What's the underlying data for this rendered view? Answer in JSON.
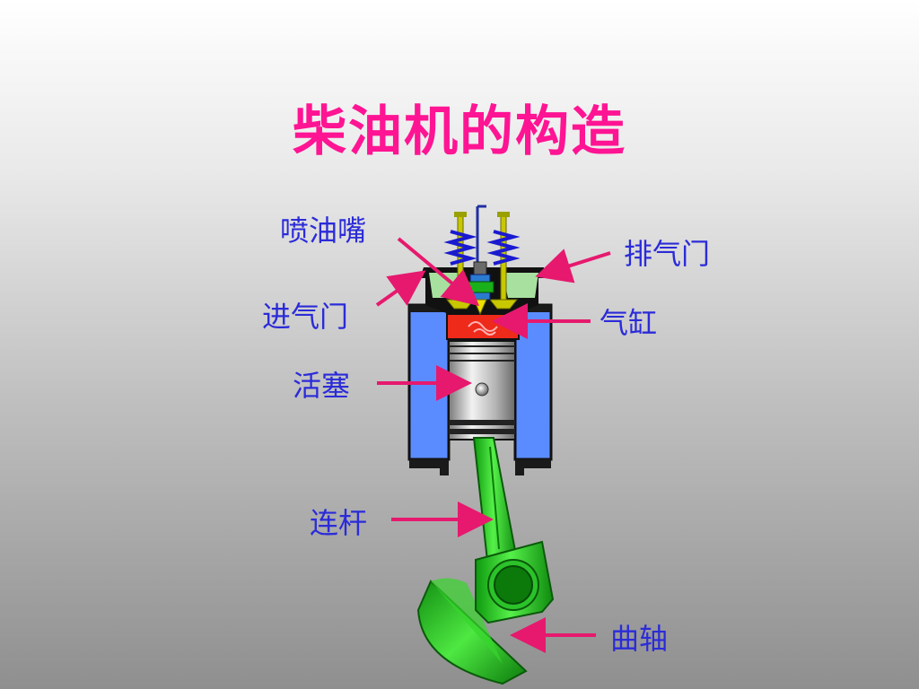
{
  "title": "柴油机的构造",
  "labels": {
    "injector": "喷油嘴",
    "exhaust_valve": "排气门",
    "intake_valve": "进气门",
    "cylinder": "气缸",
    "piston": "活塞",
    "connecting_rod": "连杆",
    "crankshaft": "曲轴"
  },
  "colors": {
    "title": "#ff1493",
    "label_text": "#2b2bd9",
    "arrow": "#e6196e",
    "cylinder_wall": "#5b8cff",
    "combustion_chamber": "#ee2a1a",
    "connecting_rod": "#21d21a",
    "crankshaft": "#20c21a",
    "spring": "#1a1ad0",
    "valve": "#c8c800"
  },
  "icons": {
    "components": [
      "valve-spring-icon",
      "fuel-injector-icon",
      "piston-icon",
      "crankshaft-icon"
    ]
  }
}
